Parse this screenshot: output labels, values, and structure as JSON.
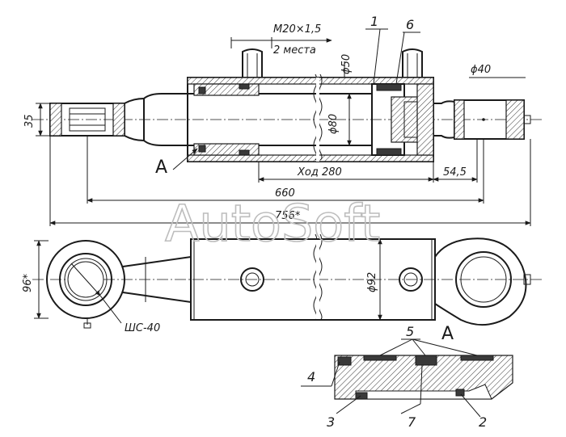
{
  "labels": {
    "thread": "M20×1,5",
    "thread_note": "2 места",
    "dia_port": "ϕ50",
    "dia_pin_right": "ϕ40",
    "dia_piston": "ϕ80",
    "dia_body": "ϕ92",
    "eye_height": "35",
    "eye_width": "96*",
    "stroke": "Ход 280",
    "rod_end_len": "54,5",
    "length_closed": "660",
    "length_total": "756*",
    "bearing": "ШС-40",
    "section_mark": "А",
    "section_title": "А"
  },
  "callouts": [
    "1",
    "6",
    "4",
    "5",
    "3",
    "7",
    "2"
  ],
  "watermark": "AutoSoft"
}
